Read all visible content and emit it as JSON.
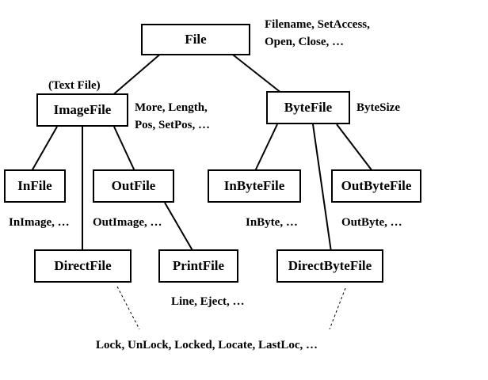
{
  "classes": {
    "file": "File",
    "image_file": "ImageFile",
    "byte_file": "ByteFile",
    "in_file": "InFile",
    "out_file": "OutFile",
    "in_byte_file": "InByteFile",
    "out_byte_file": "OutByteFile",
    "direct_file": "DirectFile",
    "print_file": "PrintFile",
    "direct_byte_file": "DirectByteFile"
  },
  "annotations": {
    "file_methods_line1": "Filename, SetAccess,",
    "file_methods_line2": "Open, Close, …",
    "text_file_alias": "(Text File)",
    "image_file_methods_line1": "More, Length,",
    "image_file_methods_line2": "Pos, SetPos, …",
    "byte_file_methods": "ByteSize",
    "in_file_methods": "InImage, …",
    "out_file_methods": "OutImage, …",
    "in_byte_file_methods": "InByte, …",
    "out_byte_file_methods": "OutByte, …",
    "print_file_methods": "Line, Eject, …",
    "direct_methods": "Lock, UnLock, Locked, Locate, LastLoc, …"
  }
}
